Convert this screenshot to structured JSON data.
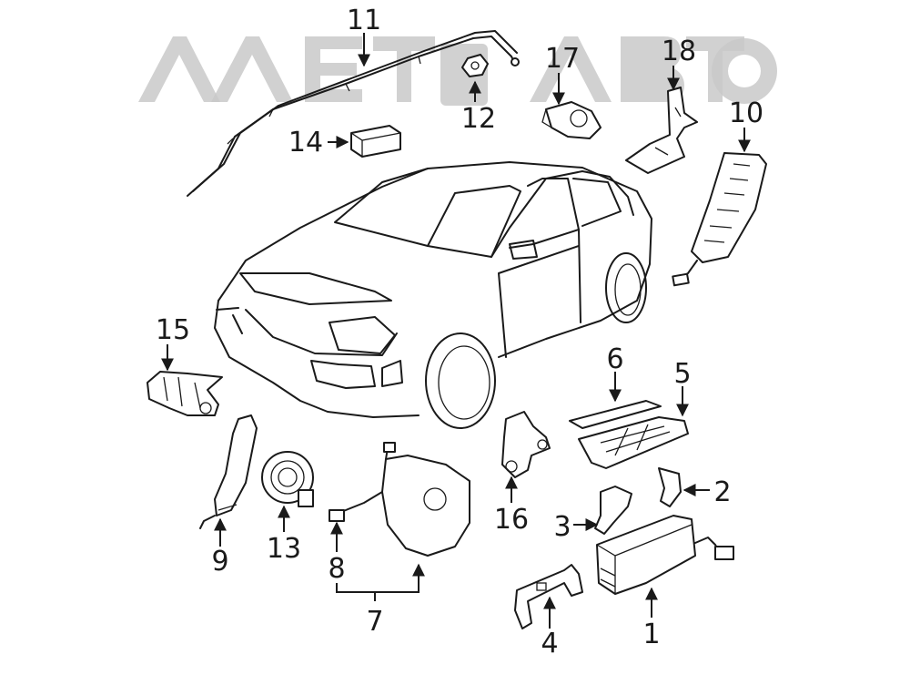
{
  "watermark": {
    "text": "AAE TO ABTO"
  },
  "callouts": {
    "p1": "1",
    "p2": "2",
    "p3": "3",
    "p4": "4",
    "p5": "5",
    "p6": "6",
    "p7": "7",
    "p8": "8",
    "p9": "9",
    "p10": "10",
    "p11": "11",
    "p12": "12",
    "p13": "13",
    "p14": "14",
    "p15": "15",
    "p16": "16",
    "p17": "17",
    "p18": "18"
  }
}
